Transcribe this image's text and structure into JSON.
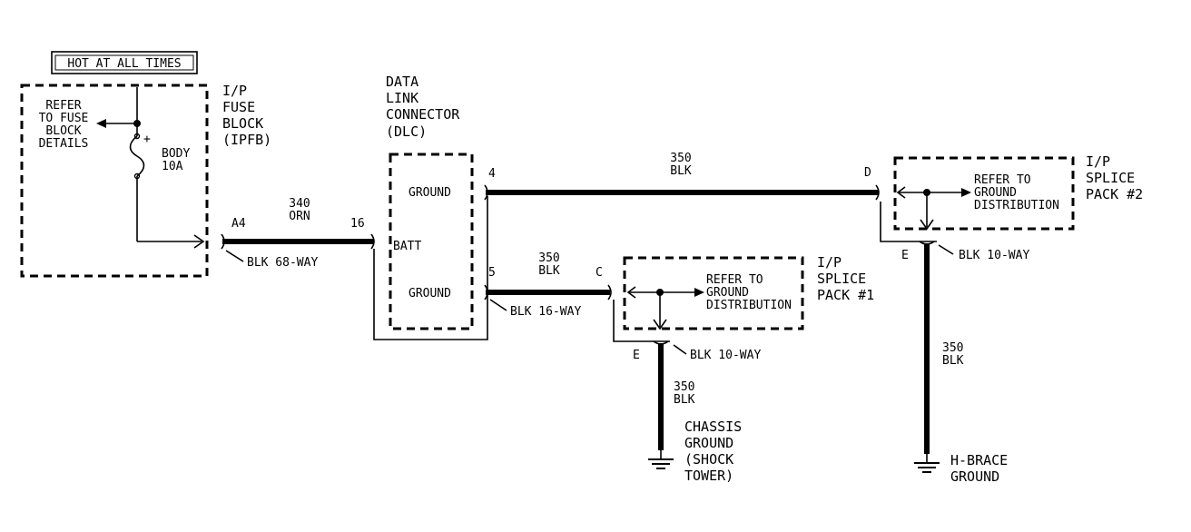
{
  "hot_label": "HOT AT ALL TIMES",
  "fuse_block": {
    "title": [
      "I/P",
      "FUSE",
      "BLOCK",
      "(IPFB)"
    ],
    "refer": [
      "REFER",
      "TO FUSE",
      "BLOCK",
      "DETAILS"
    ],
    "fuse_label": [
      "BODY",
      "10A"
    ],
    "pin": "A4",
    "connector": "BLK 68-WAY"
  },
  "wire_340": {
    "gauge": "340",
    "color": "ORN"
  },
  "dlc": {
    "title": [
      "DATA",
      "LINK",
      "CONNECTOR",
      "(DLC)"
    ],
    "pin_in": "16",
    "ground_top": "GROUND",
    "batt": "BATT",
    "ground_bottom": "GROUND",
    "pin_4": "4",
    "pin_5": "5",
    "connector": "BLK 16-WAY"
  },
  "wire_350_top": {
    "gauge": "350",
    "color": "BLK"
  },
  "wire_350_mid": {
    "gauge": "350",
    "color": "BLK"
  },
  "splice1": {
    "title": [
      "I/P",
      "SPLICE",
      "PACK #1"
    ],
    "refer": [
      "REFER TO",
      "GROUND",
      "DISTRIBUTION"
    ],
    "pin_c": "C",
    "pin_e": "E",
    "connector": "BLK 10-WAY",
    "wire": {
      "gauge": "350",
      "color": "BLK"
    },
    "ground": [
      "CHASSIS",
      "GROUND",
      "(SHOCK",
      "TOWER)"
    ]
  },
  "splice2": {
    "title": [
      "I/P",
      "SPLICE",
      "PACK #2"
    ],
    "refer": [
      "REFER TO",
      "GROUND",
      "DISTRIBUTION"
    ],
    "pin_d": "D",
    "pin_e": "E",
    "connector": "BLK 10-WAY",
    "wire": {
      "gauge": "350",
      "color": "BLK"
    },
    "ground": [
      "H-BRACE",
      "GROUND"
    ]
  }
}
